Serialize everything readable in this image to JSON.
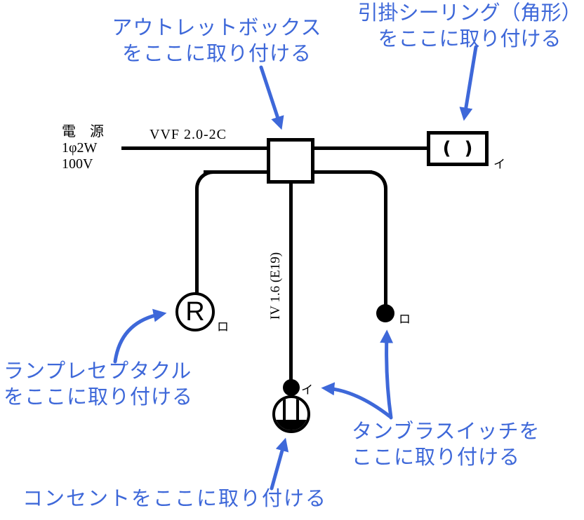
{
  "colors": {
    "annotation_blue": "#3E68D9",
    "line_black": "#000000"
  },
  "callouts": {
    "outlet_box": {
      "line1": "アウトレットボックス",
      "line2": "をここに取り付ける"
    },
    "ceiling_light": {
      "line1": "引掛シーリング（角形）",
      "line2": "をここに取り付ける"
    },
    "lamp_receptacle": {
      "line1": "ランプレセプタクル",
      "line2": "をここに取り付ける"
    },
    "tumbler_switch": {
      "line1": "タンブラスイッチを",
      "line2": "ここに取り付ける"
    },
    "outlet": {
      "text": "コンセントをここに取り付ける"
    }
  },
  "power_source": {
    "line1": "電　源",
    "line2": "1φ2W",
    "line3": "100V"
  },
  "wire_labels": {
    "vvf_cable": "VVF 2.0-2C",
    "iv_conduit": "IV 1.6 (E19)"
  },
  "symbols": {
    "lamp_receptacle_letter": "R",
    "ceiling_light_glyph": "( )",
    "mark_ceiling_i": "イ",
    "mark_lamp_ro": "ロ",
    "mark_switch_ro": "ロ",
    "mark_switch_i": "イ"
  }
}
